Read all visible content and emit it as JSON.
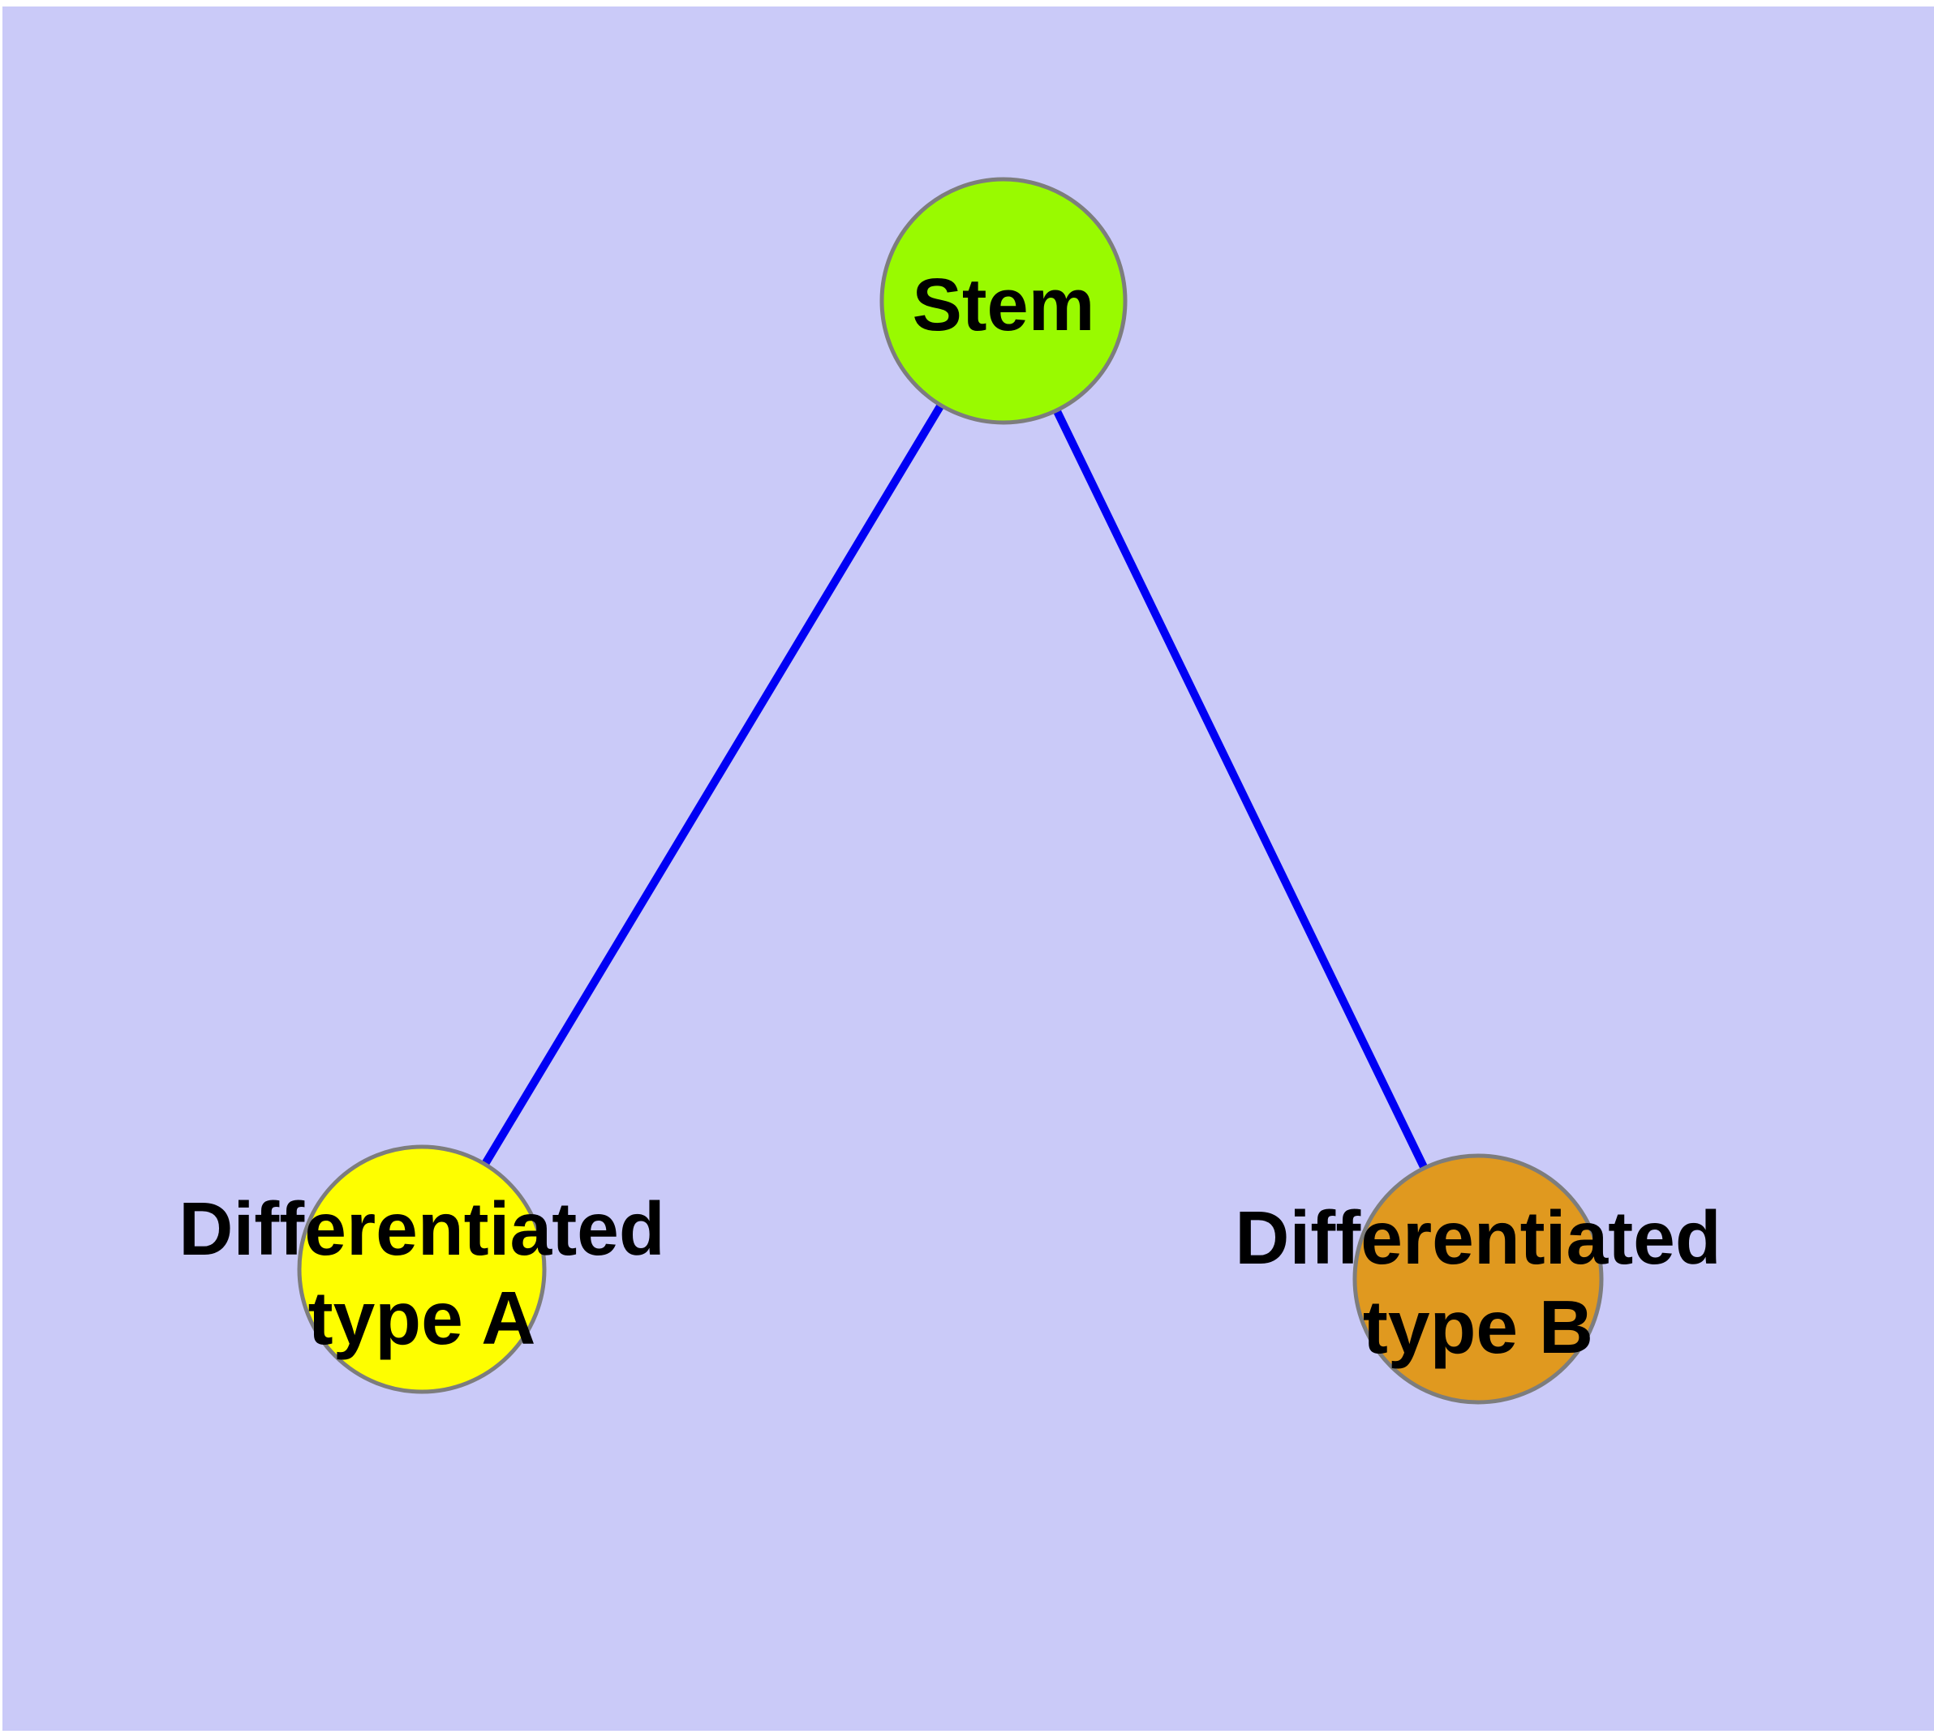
{
  "diagram": {
    "type": "graph",
    "colors": {
      "page-bg": "#ffffff",
      "plot-bg": "#cacaf8",
      "edge": "#0000f4",
      "node-border": "#7d7d7d",
      "stem-fill": "#99fa00",
      "type-a-fill": "#fefe00",
      "type-b-fill": "#e0991f",
      "label-text": "#000000"
    },
    "nodes": {
      "stem": {
        "label": "Stem"
      },
      "type_a": {
        "label_line1": "Differentiated",
        "label_line2": "type A"
      },
      "type_b": {
        "label_line1": "Differentiated",
        "label_line2": "type B"
      }
    },
    "edges": [
      {
        "from": "Stem",
        "to": "Differentiated type A"
      },
      {
        "from": "Stem",
        "to": "Differentiated type B"
      }
    ]
  }
}
